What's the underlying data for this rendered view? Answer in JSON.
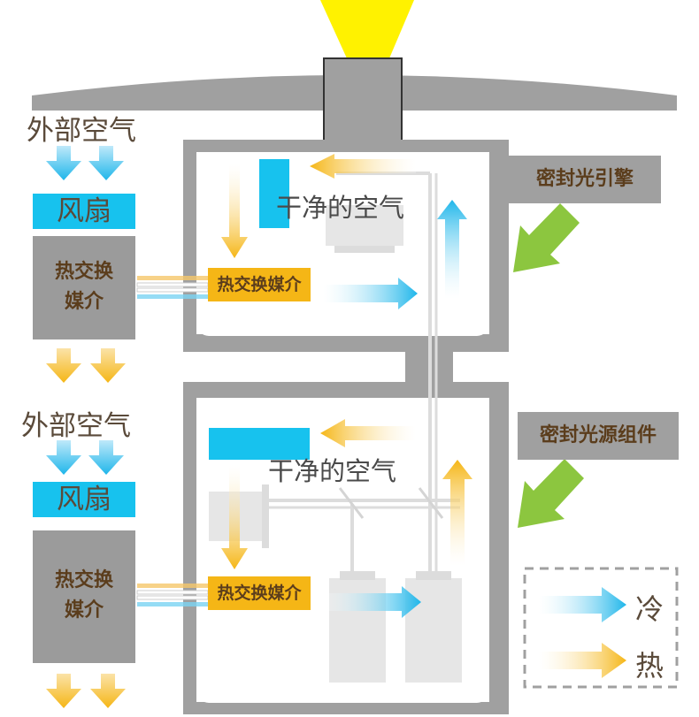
{
  "diagram": {
    "outside_air_top": "外部空气",
    "outside_air_bottom": "外部空气",
    "fan_top": "风扇",
    "fan_bottom": "风扇",
    "hx_left_top": "热交换\n媒介",
    "hx_left_bottom": "热交换\n媒介",
    "hx_mid_top": "热交换媒介",
    "hx_mid_bottom": "热交换媒介",
    "clean_air_top": "干净的空气",
    "clean_air_bottom": "干净的空气",
    "sealed_engine": "密封光引擎",
    "sealed_light_source": "密封光源组件"
  },
  "legend": {
    "cold": "冷",
    "hot": "热"
  },
  "colors": {
    "cold_arrow": "#20b8ea",
    "hot_arrow": "#f5b616",
    "housing": "#a0a0a0",
    "fan": "#17c2ee",
    "green_arrow": "#8cc63f"
  }
}
